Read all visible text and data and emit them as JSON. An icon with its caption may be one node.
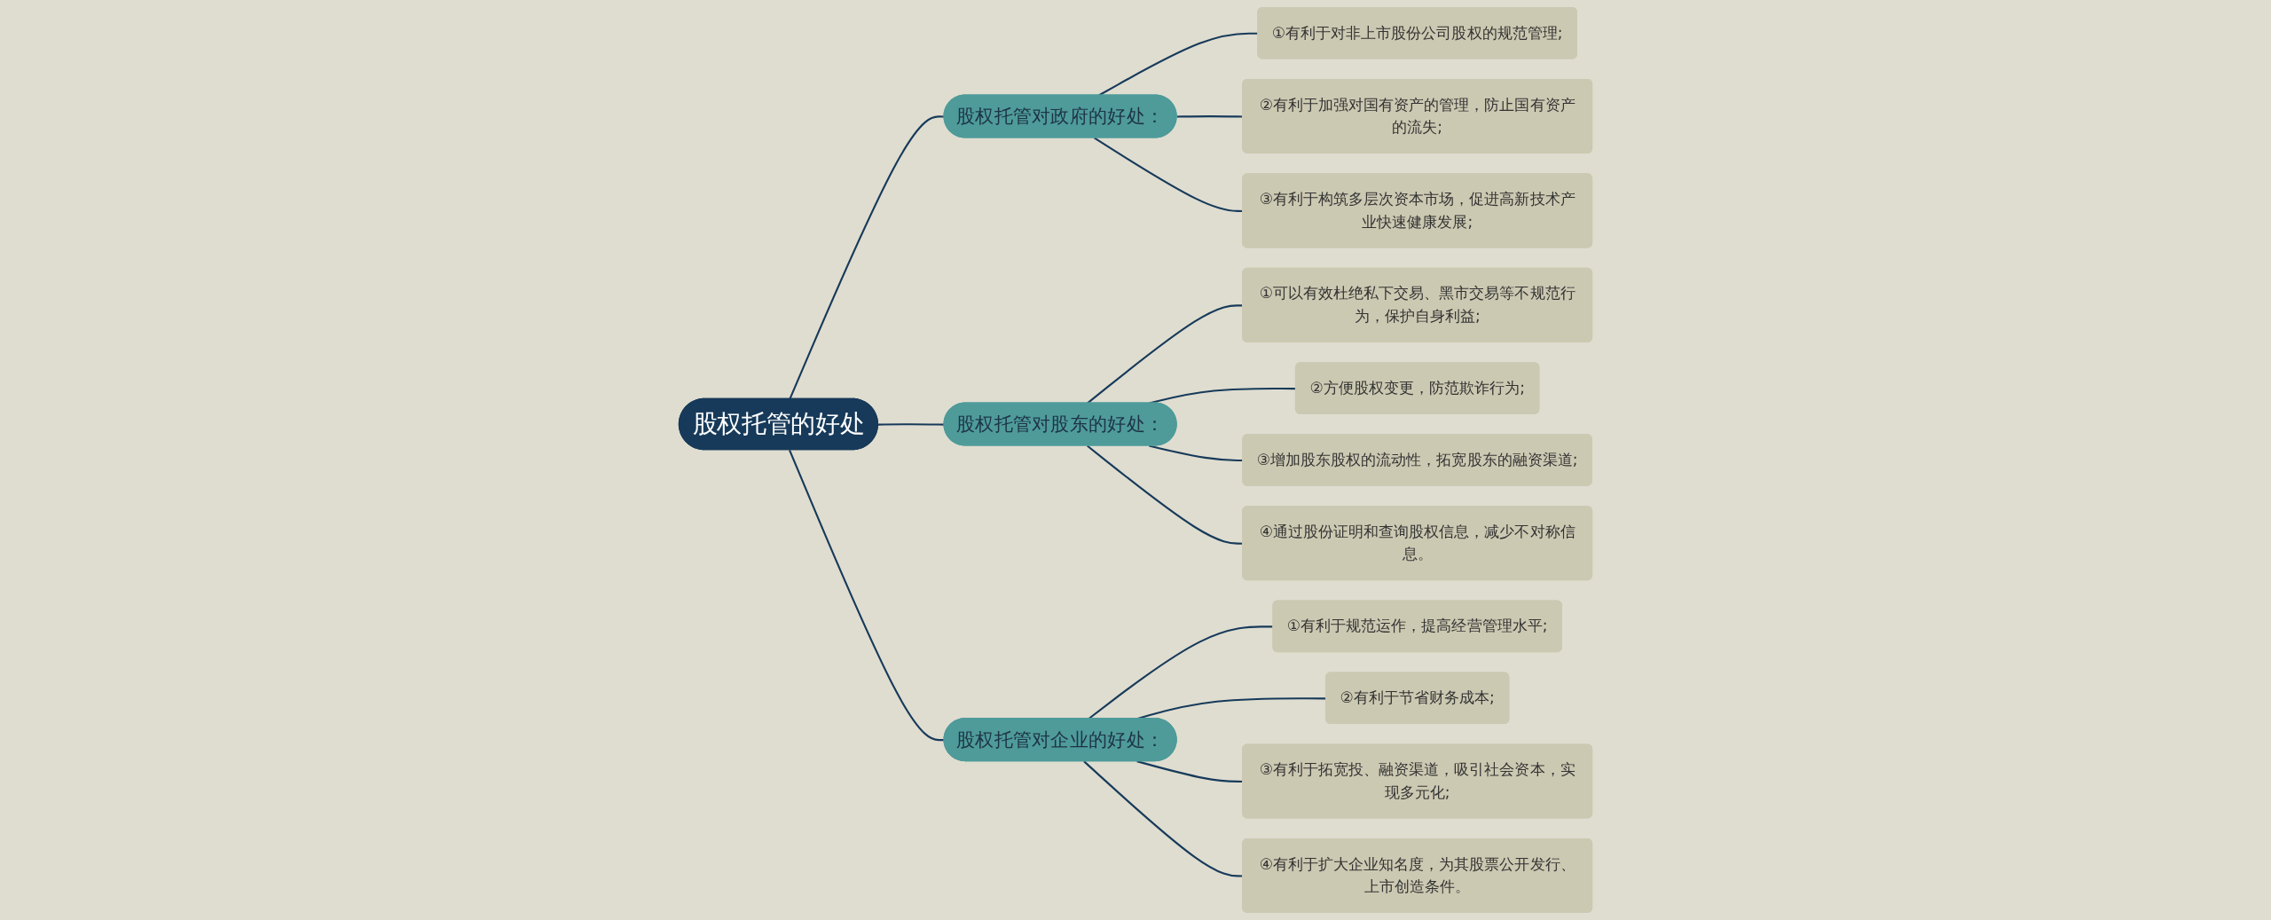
{
  "diagram": {
    "nodes": [
      {
        "text": [
          "股权托管的好处"
        ]
      },
      {
        "text": [
          "股权托管对政府的好处："
        ]
      },
      {
        "text": [
          "①有利于对非上市股份公司股权的规范管理;"
        ]
      },
      {
        "text": [
          "②有利于加强对国有资产的管理，防止国有资产的流失;"
        ]
      },
      {
        "text": [
          "③有利于构筑多层次资本市场，促进高新技术产业快速健康发展;"
        ]
      },
      {
        "text": [
          "股权托管对股东的好处："
        ]
      },
      {
        "text": [
          "①可以有效杜绝私下交易、黑市交易等不规范行为，保护自身利益;"
        ]
      },
      {
        "text": [
          "②方便股权变更，防范欺诈行为;"
        ]
      },
      {
        "text": [
          "③增加股东股权的流动性，拓宽股东的融资渠道;"
        ]
      },
      {
        "text": [
          "④通过股份证明和查询股权信息，减少不对称信息。"
        ]
      },
      {
        "text": [
          "股权托管对企业的好处："
        ]
      },
      {
        "text": [
          "①有利于规范运作，提高经营管理水平;"
        ]
      },
      {
        "text": [
          "②有利于节省财务成本;"
        ]
      },
      {
        "text": [
          "③有利于拓宽投、融资渠道，吸引社会资本，实现多元化;"
        ]
      },
      {
        "text": [
          "④有利于扩大企业知名度，为其股票公开发行、上市创造条件。"
        ]
      }
    ],
    "edges": [
      {
        "from": 0,
        "to": 1,
        "arrow": "none"
      },
      {
        "from": 1,
        "to": 2,
        "arrow": "none"
      },
      {
        "from": 1,
        "to": 3,
        "arrow": "none"
      },
      {
        "from": 1,
        "to": 4,
        "arrow": "none"
      },
      {
        "from": 0,
        "to": 5,
        "arrow": "none"
      },
      {
        "from": 5,
        "to": 6,
        "arrow": "none"
      },
      {
        "from": 5,
        "to": 7,
        "arrow": "none"
      },
      {
        "from": 5,
        "to": 8,
        "arrow": "none"
      },
      {
        "from": 5,
        "to": 9,
        "arrow": "none"
      },
      {
        "from": 0,
        "to": 10,
        "arrow": "none"
      },
      {
        "from": 10,
        "to": 11,
        "arrow": "none"
      },
      {
        "from": 10,
        "to": 12,
        "arrow": "none"
      },
      {
        "from": 10,
        "to": 13,
        "arrow": "none"
      },
      {
        "from": 10,
        "to": 14,
        "arrow": "none"
      }
    ]
  }
}
